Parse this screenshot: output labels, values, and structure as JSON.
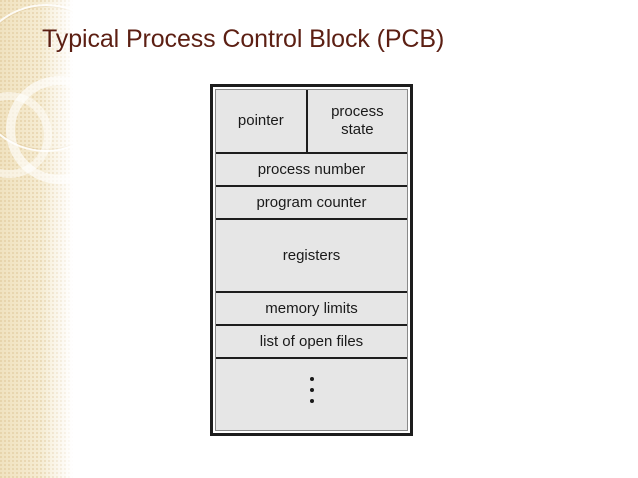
{
  "slide": {
    "title": "Typical Process Control Block (PCB)",
    "background_color": "#ffffff",
    "title_color": "#5c1f13",
    "sidebar_color": "#f3e7c9"
  },
  "decoration": {
    "ring_thin": "circle-outline-icon",
    "ring_thick": "circle-outline-icon",
    "ring_thick_2": "circle-outline-icon"
  },
  "pcb": {
    "cell_background": "#e6e6e6",
    "border_color": "#1d1d1d",
    "rows": [
      {
        "type": "split",
        "left": "pointer",
        "right": "process\nstate",
        "right_line1": "process",
        "right_line2": "state"
      },
      {
        "type": "single",
        "label": "process number"
      },
      {
        "type": "single",
        "label": "program counter"
      },
      {
        "type": "single",
        "label": "registers"
      },
      {
        "type": "single",
        "label": "memory limits"
      },
      {
        "type": "single",
        "label": "list of open files"
      },
      {
        "type": "dots",
        "label": "",
        "dot_count": 3
      }
    ]
  }
}
